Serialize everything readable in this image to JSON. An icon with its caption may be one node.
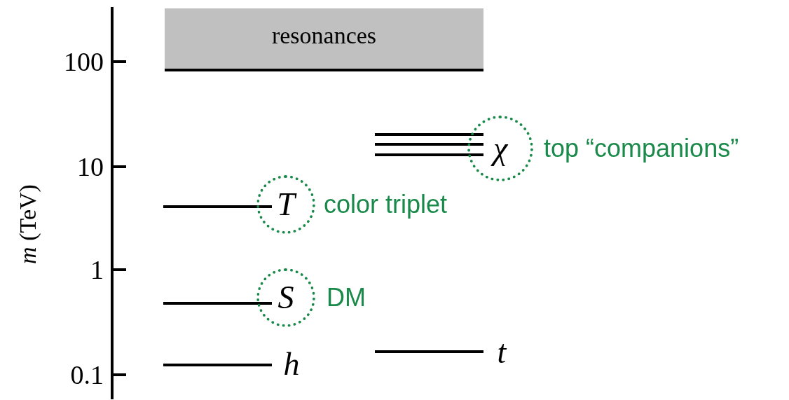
{
  "diagram": {
    "nodes": [
      {
        "text": [
          "resonances"
        ]
      },
      {
        "text": [
          "T"
        ],
        "beside": [
          "color triplet"
        ]
      },
      {
        "text": [
          "S"
        ],
        "beside": [
          "DM"
        ]
      },
      {
        "text": [
          "χ"
        ],
        "beside": [
          "top “companions”"
        ]
      }
    ],
    "labels": [
      "100",
      "10",
      "*m* (TeV)",
      "1",
      "0.1",
      "h",
      "t"
    ]
  }
}
